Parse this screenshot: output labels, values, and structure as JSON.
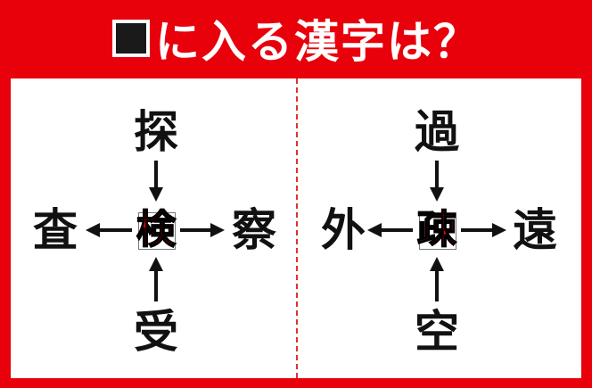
{
  "title": {
    "text": "に入る漢字は？",
    "box_icon": "blank-square"
  },
  "puzzles": [
    {
      "top": "探",
      "left": "査",
      "center": "検",
      "right": "察",
      "bottom": "受"
    },
    {
      "top": "過",
      "left": "外",
      "center": "疎",
      "right": "遠",
      "bottom": "空"
    }
  ],
  "colors": {
    "frame": "#e8000b",
    "answer": "#ff0000"
  }
}
